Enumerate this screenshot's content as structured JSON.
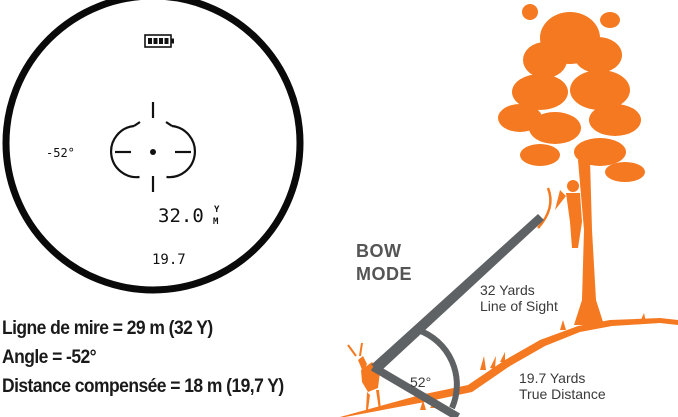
{
  "viewfinder": {
    "angle_readout": "-52°",
    "distance_readout": "32.0",
    "unit_top": "Y",
    "unit_bottom": "M",
    "compensated_readout": "19.7",
    "battery_icon": "battery-full-icon"
  },
  "specs": {
    "line_of_sight": "Ligne de mire = 29 m (32 Y)",
    "angle": "Angle = -52°",
    "compensated": "Distance compensée = 18 m (19,7 Y)"
  },
  "diagram": {
    "mode_line1": "BOW",
    "mode_line2": "MODE",
    "los_line1": "32 Yards",
    "los_line2": "Line of Sight",
    "true_line1": "19.7 Yards",
    "true_line2": "True Distance",
    "angle_label": "52°"
  },
  "colors": {
    "orange": "#F47920",
    "gray": "#5f6264",
    "ring": "#0a0a0a"
  }
}
